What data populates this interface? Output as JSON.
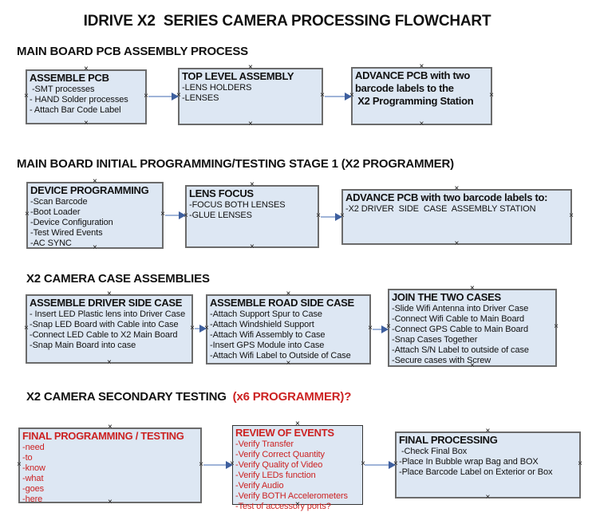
{
  "title": "IDRIVE X2  SERIES CAMERA PROCESSING FLOWCHART",
  "icons": {
    "anchor": "×"
  },
  "colors": {
    "box_fill": "#dde7f3",
    "box_border": "#6b6b6b",
    "arrow_line": "#9fb4d8",
    "arrow_head": "#3e5f9e",
    "red_text": "#cc2222",
    "black_text": "#111111",
    "page_bg": "#ffffff"
  },
  "sections": [
    {
      "heading": "MAIN BOARD PCB ASSEMBLY PROCESS",
      "boxes": [
        {
          "title": "ASSEMBLE PCB",
          "items": [
            " -SMT processes",
            "- HAND Solder processes",
            "- Attach Bar Code Label"
          ]
        },
        {
          "title": "TOP LEVEL ASSEMBLY",
          "items": [
            "-LENS HOLDERS",
            "-LENSES"
          ]
        },
        {
          "title": "ADVANCE PCB with two\nbarcode labels to the\n X2 Programming Station",
          "items": []
        }
      ]
    },
    {
      "heading": "MAIN BOARD INITIAL PROGRAMMING/TESTING STAGE 1 (X2 PROGRAMMER)",
      "boxes": [
        {
          "title": "DEVICE PROGRAMMING",
          "items": [
            "-Scan Barcode",
            "-Boot Loader",
            "-Device Configuration",
            "-Test Wired Events",
            "-AC SYNC"
          ]
        },
        {
          "title": "LENS FOCUS",
          "items": [
            "-FOCUS BOTH LENSES",
            "-GLUE LENSES"
          ]
        },
        {
          "title": "ADVANCE PCB with two barcode labels to:",
          "items": [
            "-X2 DRIVER  SIDE  CASE  ASSEMBLY STATION"
          ]
        }
      ]
    },
    {
      "heading": "X2 CAMERA CASE ASSEMBLIES",
      "boxes": [
        {
          "title": "ASSEMBLE DRIVER SIDE CASE",
          "items": [
            "- Insert LED Plastic lens into Driver Case",
            "-Snap LED Board with Cable into Case",
            "-Connect LED Cable to X2 Main Board",
            "-Snap Main Board into case"
          ]
        },
        {
          "title": "ASSEMBLE ROAD SIDE CASE",
          "items": [
            "-Attach Support Spur to Case",
            "-Attach Windshield Support",
            "-Attach Wifi Assembly to Case",
            "-Insert GPS Module into Case",
            "-Attach Wifi Label to Outside of Case"
          ]
        },
        {
          "title": "JOIN THE TWO CASES",
          "items": [
            "-Slide Wifi Antenna into Driver Case",
            "-Connect Wifi Cable to Main Board",
            "-Connect GPS Cable to Main Board",
            "-Snap Cases Together",
            "-Attach S/N Label to outside of case",
            "-Secure cases with Screw"
          ]
        }
      ]
    },
    {
      "heading": "X2 CAMERA SECONDARY TESTING ",
      "heading_red": " (x6 PROGRAMMER)?",
      "boxes": [
        {
          "title": "FINAL PROGRAMMING / TESTING",
          "items": [
            "-need",
            "-to",
            "-know",
            "-what",
            "-goes",
            "-here"
          ]
        },
        {
          "title": "REVIEW OF EVENTS",
          "items": [
            "-Verify Transfer",
            "-Verify Correct Quantity",
            "-Verify Quality of Video",
            "-Verify LEDs function",
            "-Verify Audio",
            "-Verify BOTH Accelerometers",
            "-Test of accessory ports?"
          ]
        },
        {
          "title": "FINAL PROCESSING",
          "items": [
            " -Check Final Box",
            "-Place In Bubble wrap Bag and BOX",
            "-Place Barcode Label on Exterior or Box"
          ]
        }
      ]
    }
  ]
}
